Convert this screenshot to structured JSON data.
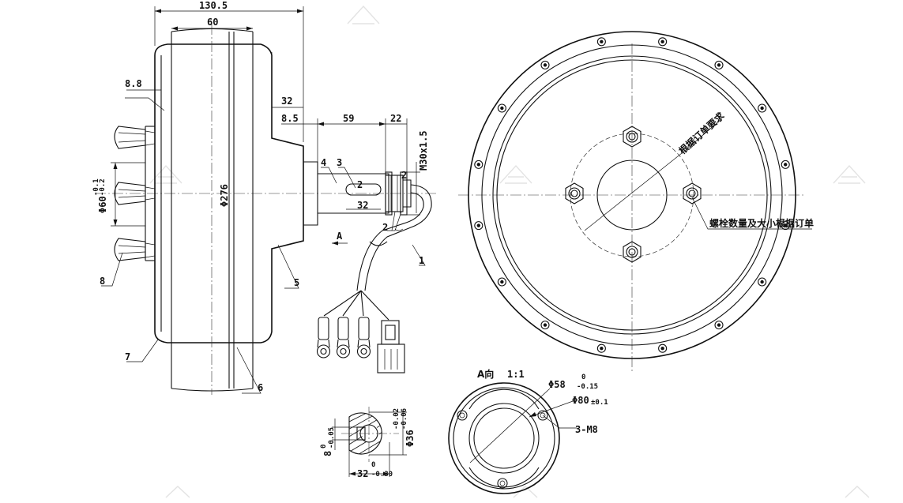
{
  "dimensions": {
    "overall_width": "130.5",
    "hub_width": "60",
    "flange_offset": "8.8",
    "shoulder": "32",
    "step": "8.5",
    "shaft_length": "59",
    "thread_length": "22",
    "thread_spec": "M30x1.5",
    "hub_diameter": "Φ276",
    "flange_diameter": "Φ60",
    "flange_tol_upper": "-0.1",
    "flange_tol_lower": "-0.2",
    "key_length": "32",
    "key_part_label": "2",
    "view_a_mark": "A"
  },
  "part_numbers": {
    "p1": "1",
    "p2": "2",
    "p3": "3",
    "p4": "4",
    "p5": "5",
    "p6": "6",
    "p7": "7",
    "p8": "8"
  },
  "notes": {
    "per_order": "根据订单要求",
    "bolt_note": "螺栓数量及大小根据订单"
  },
  "section": {
    "key_width": "8",
    "key_tol_upper": "0",
    "key_tol_lower": "-0.05",
    "across_flats": "32",
    "af_tol_upper": "0",
    "af_tol_lower": "-0.30",
    "shaft_dia": "Φ36",
    "shaft_tol_upper": "-0.02",
    "shaft_tol_lower": "-0.06"
  },
  "view_a": {
    "title": "A向",
    "scale": "1:1",
    "bore": "Φ58",
    "bore_tol_upper": "0",
    "bore_tol_lower": "-0.15",
    "pcd": "Φ80",
    "pcd_tol": "±0.1",
    "holes": "3-M8"
  },
  "colors": {
    "line": "#111111",
    "watermark": "#e3e3e3"
  },
  "icons": {
    "watermark": "watermark-logo-icon"
  }
}
